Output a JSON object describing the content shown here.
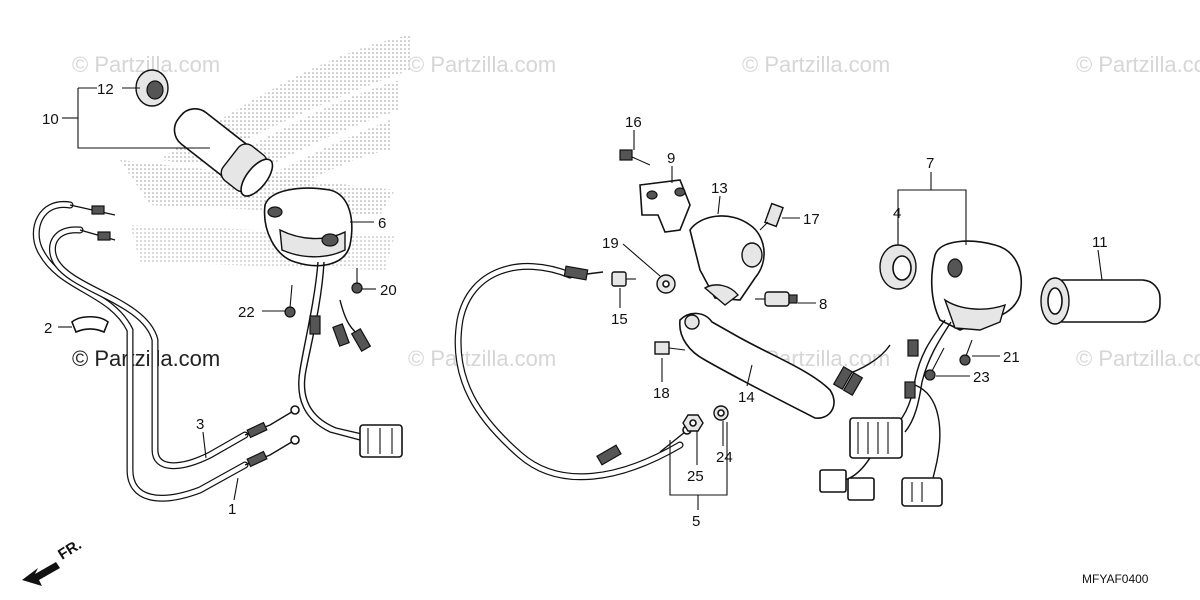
{
  "watermark": {
    "text": "© Partzilla.com",
    "copies": [
      "© Partzilla.com",
      "© Partzilla.com",
      "© Partzilla.com",
      "© Partzilla.com",
      "© Partzilla.com",
      "© Partzilla.com",
      "© Partzilla.com"
    ],
    "highlight": "© Partzilla.com"
  },
  "parts": {
    "p1": "1",
    "p2": "2",
    "p3": "3",
    "p4": "4",
    "p5": "5",
    "p6": "6",
    "p7": "7",
    "p8": "8",
    "p9": "9",
    "p10": "10",
    "p11": "11",
    "p12": "12",
    "p13": "13",
    "p14": "14",
    "p15": "15",
    "p16": "16",
    "p17": "17",
    "p18": "18",
    "p19": "19",
    "p20": "20",
    "p21": "21",
    "p22": "22",
    "p23": "23",
    "p24": "24",
    "p25": "25"
  },
  "front_marker": "FR.",
  "diagram_code": "MFYAF0400",
  "colors": {
    "ink": "#111111",
    "watermark": "#d6d6d6",
    "dots": "#9a9a9a"
  }
}
